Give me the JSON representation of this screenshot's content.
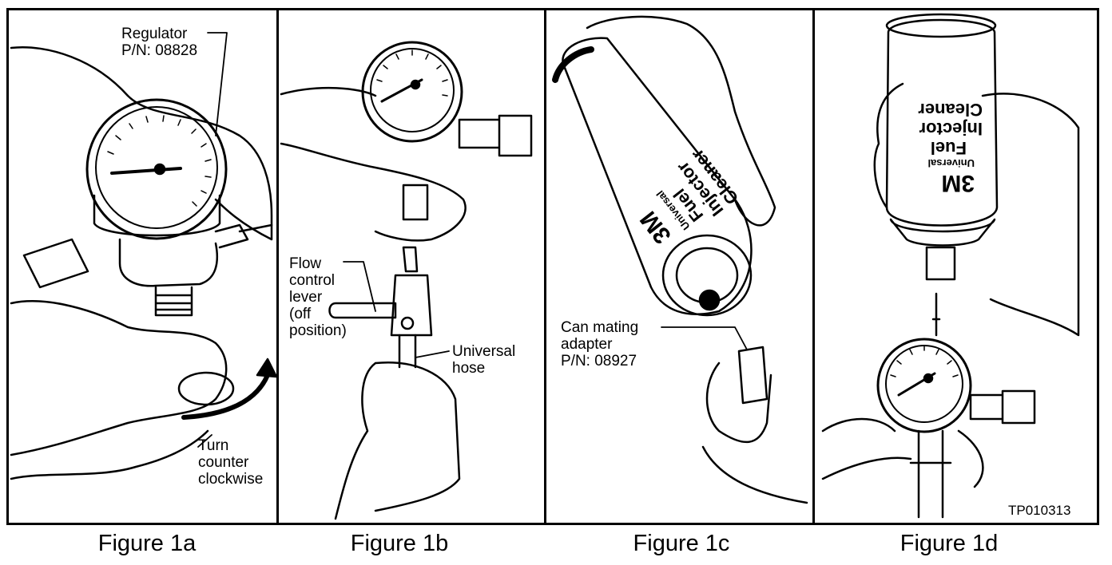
{
  "panels": [
    {
      "caption": "Figure 1a",
      "labels": {
        "regulator_line1": "Regulator",
        "regulator_line2": "P/N: 08828",
        "turn_line1": "Turn",
        "turn_line2": "counter",
        "turn_line3": "clockwise"
      }
    },
    {
      "caption": "Figure 1b",
      "labels": {
        "flow_line1": "Flow",
        "flow_line2": "control",
        "flow_line3": "lever",
        "flow_line4": "(off",
        "flow_line5": "position)",
        "hose_line1": "Universal",
        "hose_line2": "hose"
      }
    },
    {
      "caption": "Figure 1c",
      "labels": {
        "can_line1": "Can mating",
        "can_line2": "adapter",
        "can_line3": "P/N: 08927"
      },
      "can_text": {
        "brand": "3M",
        "line1": "Universal",
        "line2": "Fuel",
        "line3": "Injector",
        "line4": "Cleaner"
      }
    },
    {
      "caption": "Figure 1d",
      "can_text": {
        "brand": "3M",
        "line1": "Universal",
        "line2": "Fuel",
        "line3": "Injector",
        "line4": "Cleaner"
      },
      "code": "TP010313"
    }
  ],
  "colors": {
    "ink": "#000000",
    "paper": "#ffffff"
  }
}
